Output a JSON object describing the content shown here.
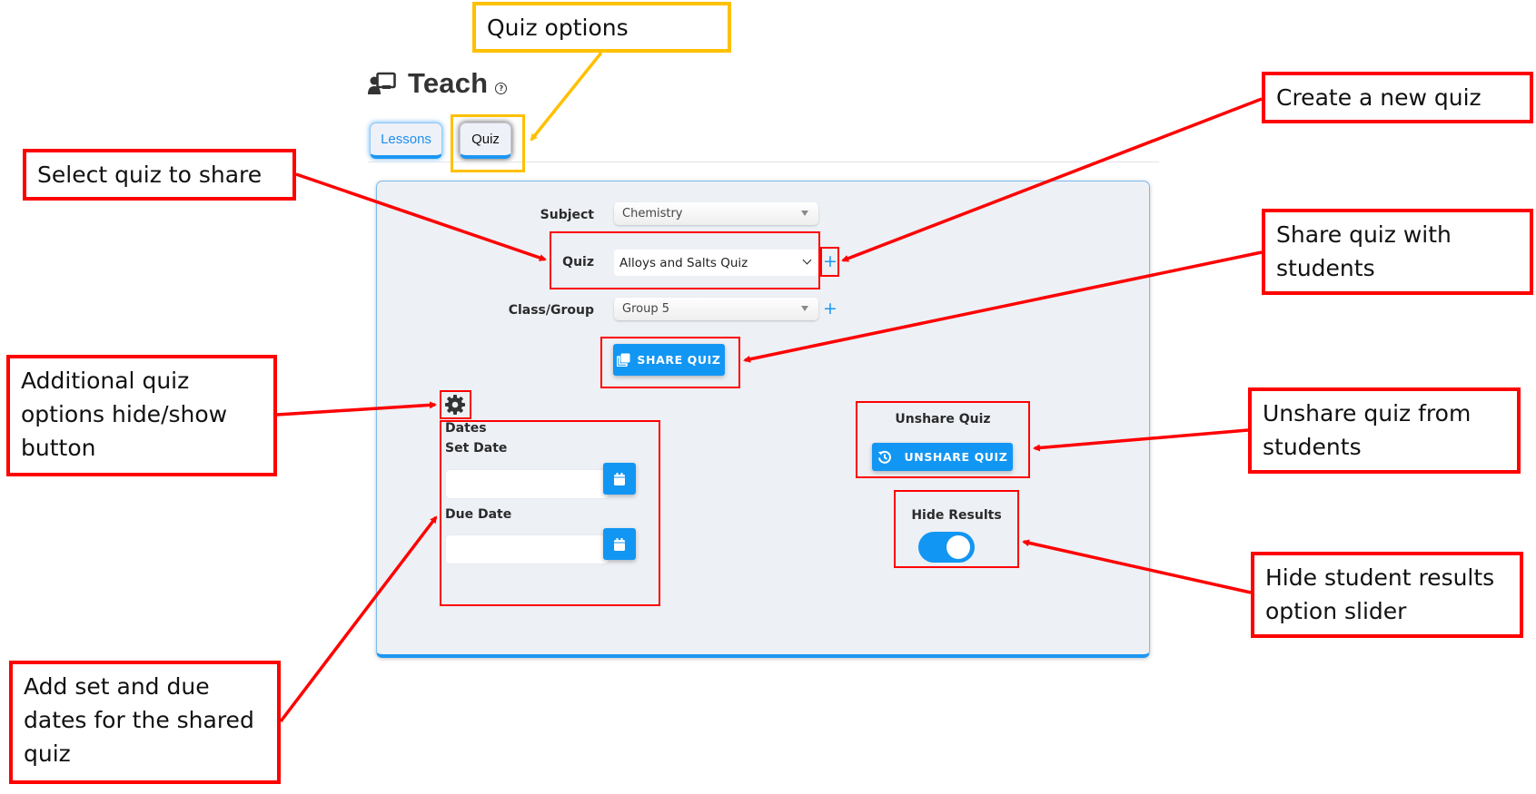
{
  "page": {
    "title": "Teach",
    "title_icon": "chalkboard-teacher-icon",
    "help_icon": "?",
    "tabs": [
      {
        "label": "Lessons",
        "active": false
      },
      {
        "label": "Quiz",
        "active": true
      }
    ]
  },
  "form": {
    "subject": {
      "label": "Subject",
      "value": "Chemistry"
    },
    "quiz": {
      "label": "Quiz",
      "value": "Alloys and Salts Quiz",
      "add_label": "+"
    },
    "class_group": {
      "label": "Class/Group",
      "value": "Group 5",
      "add_label": "+"
    },
    "share_button": {
      "label": "SHARE QUIZ",
      "icon": "clone-icon"
    }
  },
  "options": {
    "gear_icon": "cog-icon",
    "dates_heading": "Dates",
    "set_date": {
      "label": "Set Date",
      "value": "",
      "icon": "calendar-icon"
    },
    "due_date": {
      "label": "Due Date",
      "value": "",
      "icon": "calendar-icon"
    }
  },
  "unshare": {
    "heading": "Unshare Quiz",
    "button_label": "UNSHARE QUIZ",
    "icon": "history-icon"
  },
  "hide_results": {
    "label": "Hide Results",
    "enabled": true
  },
  "annotations": {
    "colors": {
      "red": "#ff0000",
      "yellow": "#ffc000",
      "accent": "#1296f3"
    },
    "quiz_options": "Quiz options",
    "select_quiz": "Select quiz to share",
    "create_quiz": "Create a new quiz",
    "share_quiz": "Share quiz with students",
    "additional_options": "Additional quiz options hide/show button",
    "unshare_quiz": "Unshare quiz from students",
    "hide_results": "Hide student results option slider",
    "dates": "Add set and due dates for the shared quiz"
  }
}
